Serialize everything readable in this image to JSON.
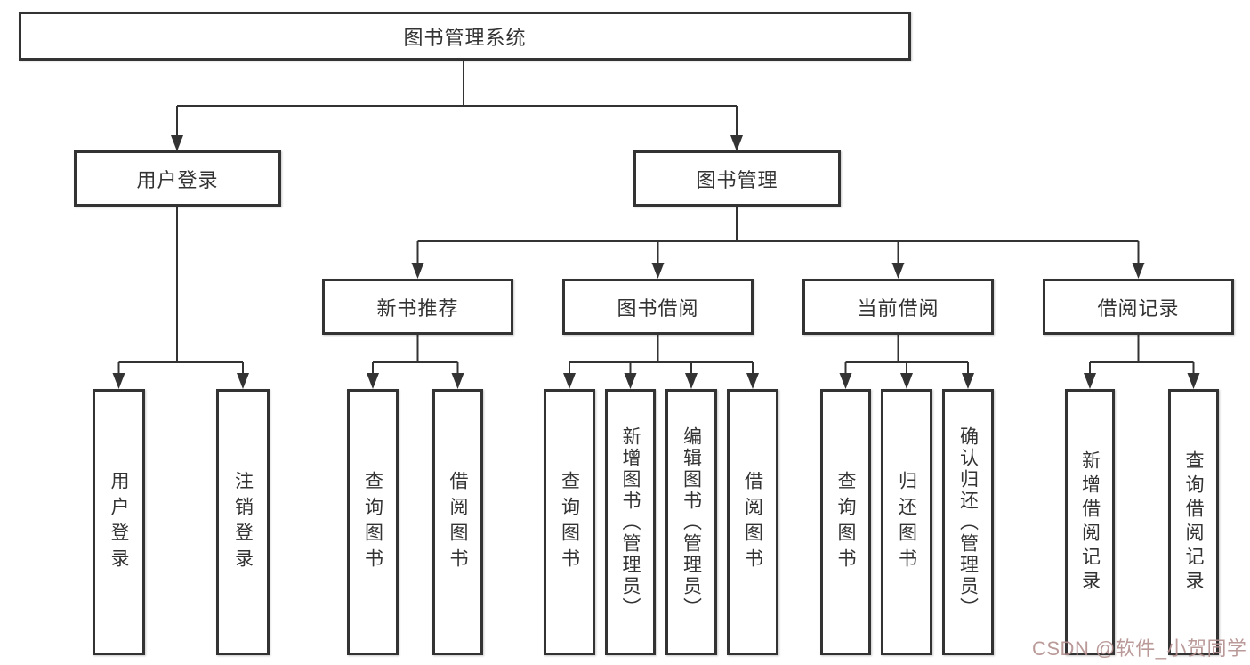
{
  "diagram": {
    "title": "图书管理系统",
    "type": "hierarchy-tree",
    "colors": {
      "line": "#333333",
      "box_border": "#333333",
      "box_fill": "#ffffff",
      "text": "#333333",
      "background": "#ffffff",
      "watermark": "#b3908e"
    },
    "watermark": {
      "text": "CSDN @软件_小贺同学"
    },
    "nodes": {
      "root": {
        "label": "图书管理系统"
      },
      "userLogin": {
        "label": "用户登录",
        "parent": "root"
      },
      "bookMgmt": {
        "label": "图书管理",
        "parent": "root"
      },
      "leafUserLogin": {
        "label": "用户登录",
        "parent": "userLogin"
      },
      "leafLogoutLogin": {
        "label": "注销登录",
        "parent": "userLogin"
      },
      "newBookRecommend": {
        "label": "新书推荐",
        "parent": "bookMgmt"
      },
      "bookBorrow": {
        "label": "图书借阅",
        "parent": "bookMgmt"
      },
      "currentBorrow": {
        "label": "当前借阅",
        "parent": "bookMgmt"
      },
      "borrowRecords": {
        "label": "借阅记录",
        "parent": "bookMgmt"
      },
      "recQueryBook": {
        "label": "查询图书",
        "parent": "newBookRecommend"
      },
      "recBorrowBook": {
        "label": "借阅图书",
        "parent": "newBookRecommend"
      },
      "borQueryBook": {
        "label": "查询图书",
        "parent": "bookBorrow"
      },
      "borAddBook": {
        "label": "新增图书（管理员）",
        "parent": "bookBorrow"
      },
      "borEditBook": {
        "label": "编辑图书（管理员）",
        "parent": "bookBorrow"
      },
      "borBorrowBook": {
        "label": "借阅图书",
        "parent": "bookBorrow"
      },
      "curQueryBook": {
        "label": "查询图书",
        "parent": "currentBorrow"
      },
      "curReturnBook": {
        "label": "归还图书",
        "parent": "currentBorrow"
      },
      "curConfirmReturn": {
        "label": "确认归还（管理员）",
        "parent": "currentBorrow"
      },
      "recdAddRecord": {
        "label": "新增借阅记录",
        "parent": "borrowRecords"
      },
      "recdQueryRecord": {
        "label": "查询借阅记录",
        "parent": "borrowRecords"
      }
    }
  }
}
